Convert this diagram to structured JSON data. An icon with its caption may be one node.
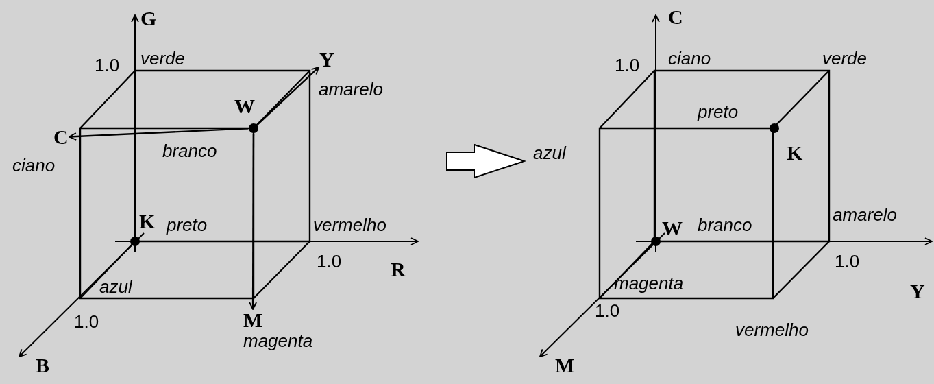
{
  "diagram": {
    "nodes": [
      {
        "text": [],
        "shape": "circle",
        "beside": [
          "W"
        ]
      },
      {
        "text": [
          "Y"
        ]
      },
      {
        "text": [
          "C"
        ]
      },
      {
        "text": [
          "M"
        ]
      }
    ],
    "edges": [
      {
        "from": 0,
        "to": 1,
        "arrow": "to"
      },
      {
        "from": 0,
        "to": 2,
        "arrow": "to"
      },
      {
        "from": 0,
        "to": 3,
        "arrow": "to"
      }
    ],
    "labels": [
      "G",
      "1.0",
      "verde",
      "amarelo",
      "branco",
      "ciano",
      "K",
      "preto",
      "vermelho",
      "1.0",
      "R",
      "azul",
      "1.0",
      "magenta",
      "B",
      "C",
      "1.0",
      "ciano",
      "verde",
      "preto",
      "azul",
      "K",
      "W",
      "branco",
      "amarelo",
      "1.0",
      "Y",
      "magenta",
      "1.0",
      "vermelho",
      "M"
    ]
  }
}
